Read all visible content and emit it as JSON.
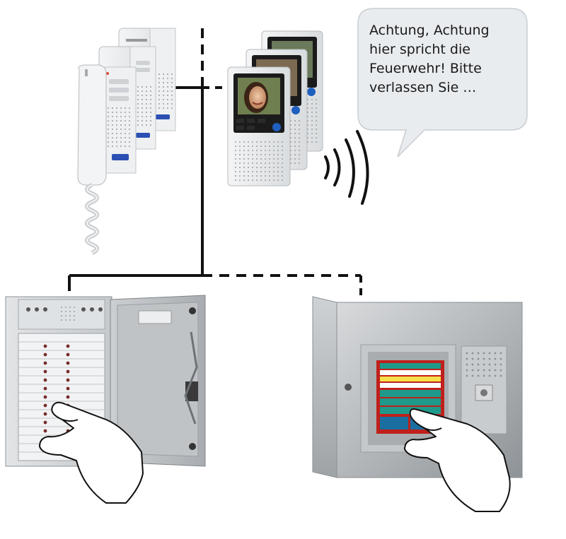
{
  "speech_bubble": {
    "text": "Achtung, Achtung\nhier spricht die\nFeuerwehr! Bitte\nverlassen Sie …"
  },
  "devices": [
    {
      "name": "intercom-handset-stack",
      "count": 3
    },
    {
      "name": "video-intercom-stack",
      "count": 3
    },
    {
      "name": "emergency-call-control-cabinet"
    },
    {
      "name": "touchscreen-control-panel"
    }
  ],
  "colors": {
    "line": "#111111",
    "bubble_fill": "#e9ecef",
    "bubble_stroke": "#c9cdd1",
    "steel": "#b9bdc0",
    "screen_frame": "#c0201b",
    "screen_green": "#1f9a8a"
  },
  "icons": [
    "wireless-signal-icon",
    "hand-pointer-icon"
  ]
}
